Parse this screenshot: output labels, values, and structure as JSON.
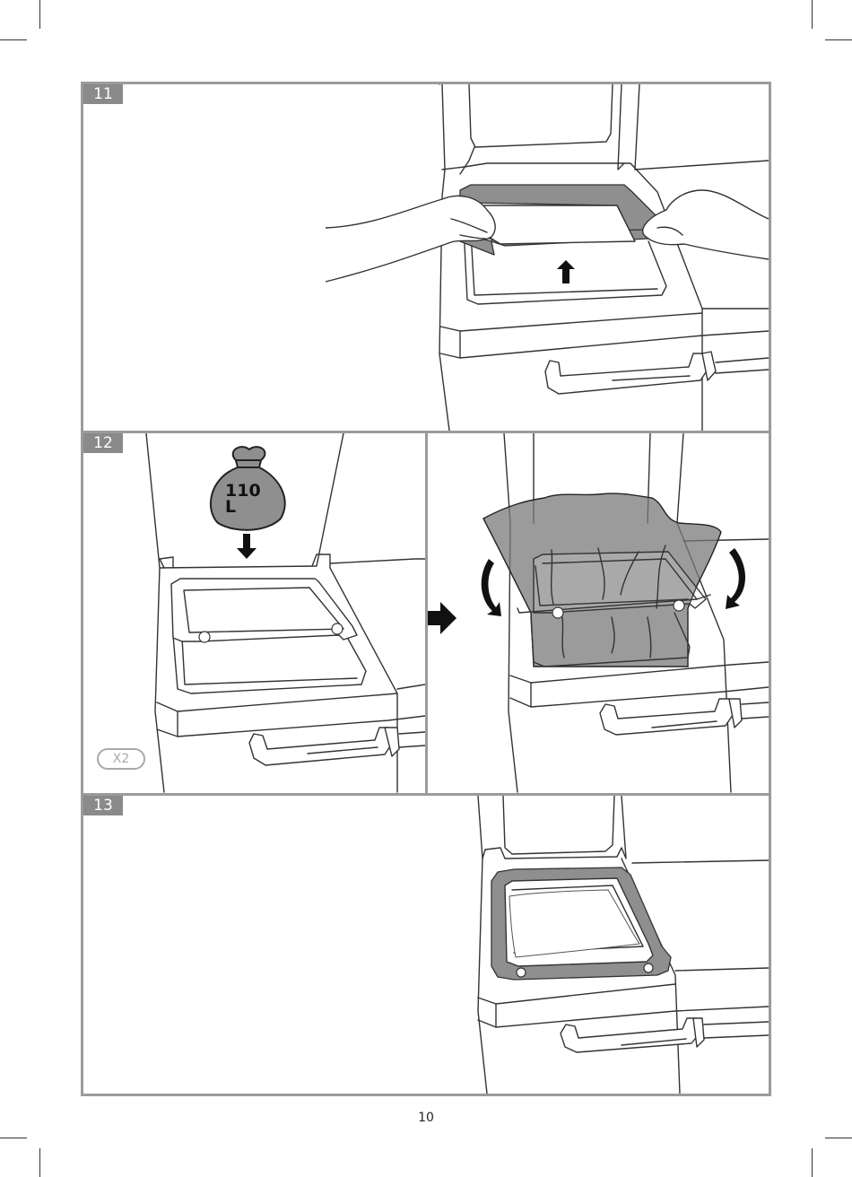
{
  "steps": {
    "s11": {
      "number": "11"
    },
    "s12": {
      "number": "12",
      "badge": "X2",
      "bag_capacity_number": "110",
      "bag_capacity_unit": "L"
    },
    "s13": {
      "number": "13"
    }
  },
  "page": {
    "number": "10"
  },
  "colors": {
    "panel_border": "#9b9b9b",
    "label_bg": "#8a8a8a",
    "frame_gray": "#8f8f8f",
    "bag_gray": "#7a7a7a"
  },
  "icons": [
    "up-arrow-icon",
    "down-arrow-icon",
    "right-arrow-icon",
    "rotate-arrow-icon",
    "garbage-bag-icon"
  ]
}
